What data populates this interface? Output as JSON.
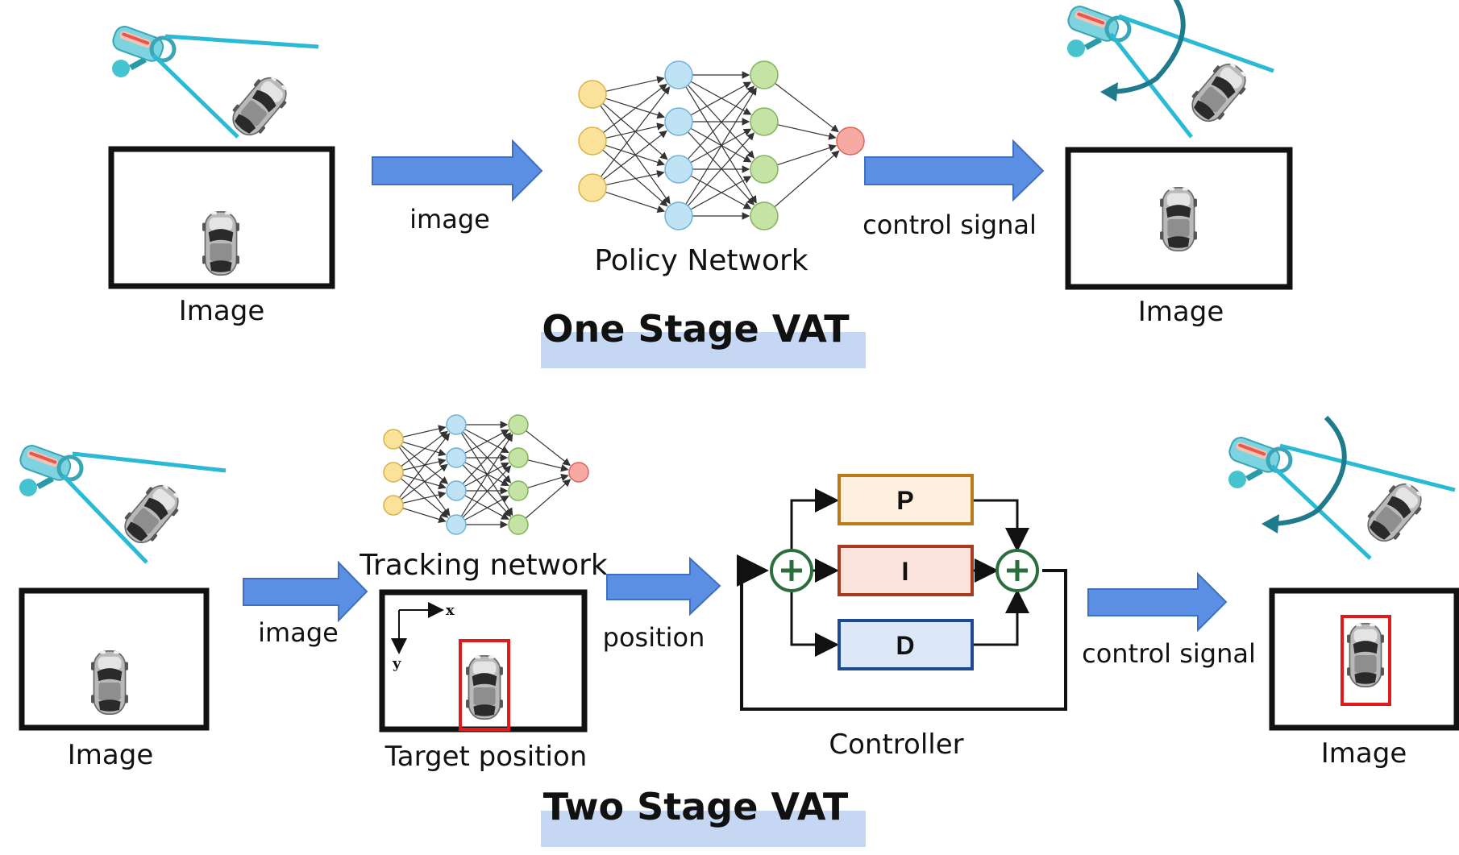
{
  "one_stage": {
    "title": "One Stage VAT",
    "input_image_label": "Image",
    "arrow_image_label": "image",
    "network_label": "Policy Network",
    "arrow_control_label": "control signal",
    "output_image_label": "Image"
  },
  "two_stage": {
    "title": "Two Stage VAT",
    "input_image_label": "Image",
    "arrow_image_label": "image",
    "network_label": "Tracking network",
    "target_label": "Target position",
    "axis_x": "x",
    "axis_y": "y",
    "arrow_position_label": "position",
    "controller": {
      "p_label": "P",
      "i_label": "I",
      "d_label": "D",
      "label": "Controller"
    },
    "arrow_control_label": "control signal",
    "output_image_label": "Image"
  },
  "colors": {
    "arrow_fill": "#5b8fe3",
    "arrow_stroke": "#3f6fc2",
    "title_band": "#c5d7f3",
    "bbox": "#e11b1b",
    "camera_beam": "#2bbad6",
    "camera_body": "#7dd4e0",
    "rotate_arrow": "#1f7a8c",
    "node_yellow": "#fbe29a",
    "node_blue": "#bfe3f5",
    "node_green": "#c6e3a6",
    "node_red": "#f7a9a3",
    "p_fill": "#fdf0de",
    "p_stroke": "#b97a17",
    "i_fill": "#fbe3dd",
    "i_stroke": "#a83a1f",
    "d_fill": "#dce8f8",
    "d_stroke": "#1f4a92",
    "sum_stroke": "#2a6e3c"
  },
  "icons": [
    "security-camera-icon",
    "car-icon",
    "rotate-arrow-icon",
    "neural-network-icon",
    "sum-junction-icon"
  ]
}
